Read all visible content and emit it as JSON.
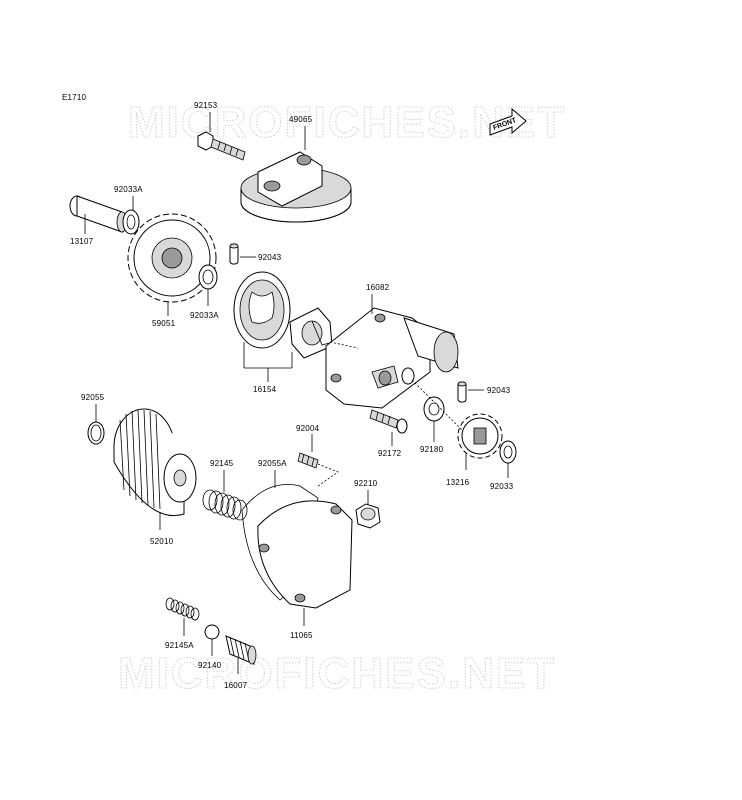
{
  "diagram_code": "E1710",
  "watermark": "MICROFICHES.NET",
  "front_label": "FRONT",
  "parts": {
    "p92153": "92153",
    "p49065": "49065",
    "p92033A_top": "92033A",
    "p13107": "13107",
    "p92043_top": "92043",
    "p59051": "59051",
    "p92033A_bottom": "92033A",
    "p16082": "16082",
    "p16154": "16154",
    "p92043_right": "92043",
    "p92055": "92055",
    "p92004": "92004",
    "p92145": "92145",
    "p92055A": "92055A",
    "p92210": "92210",
    "p92172": "92172",
    "p92180": "92180",
    "p13216": "13216",
    "p92033": "92033",
    "p52010": "52010",
    "p11065": "11065",
    "p92145A": "92145A",
    "p92140": "92140",
    "p16007": "16007"
  }
}
